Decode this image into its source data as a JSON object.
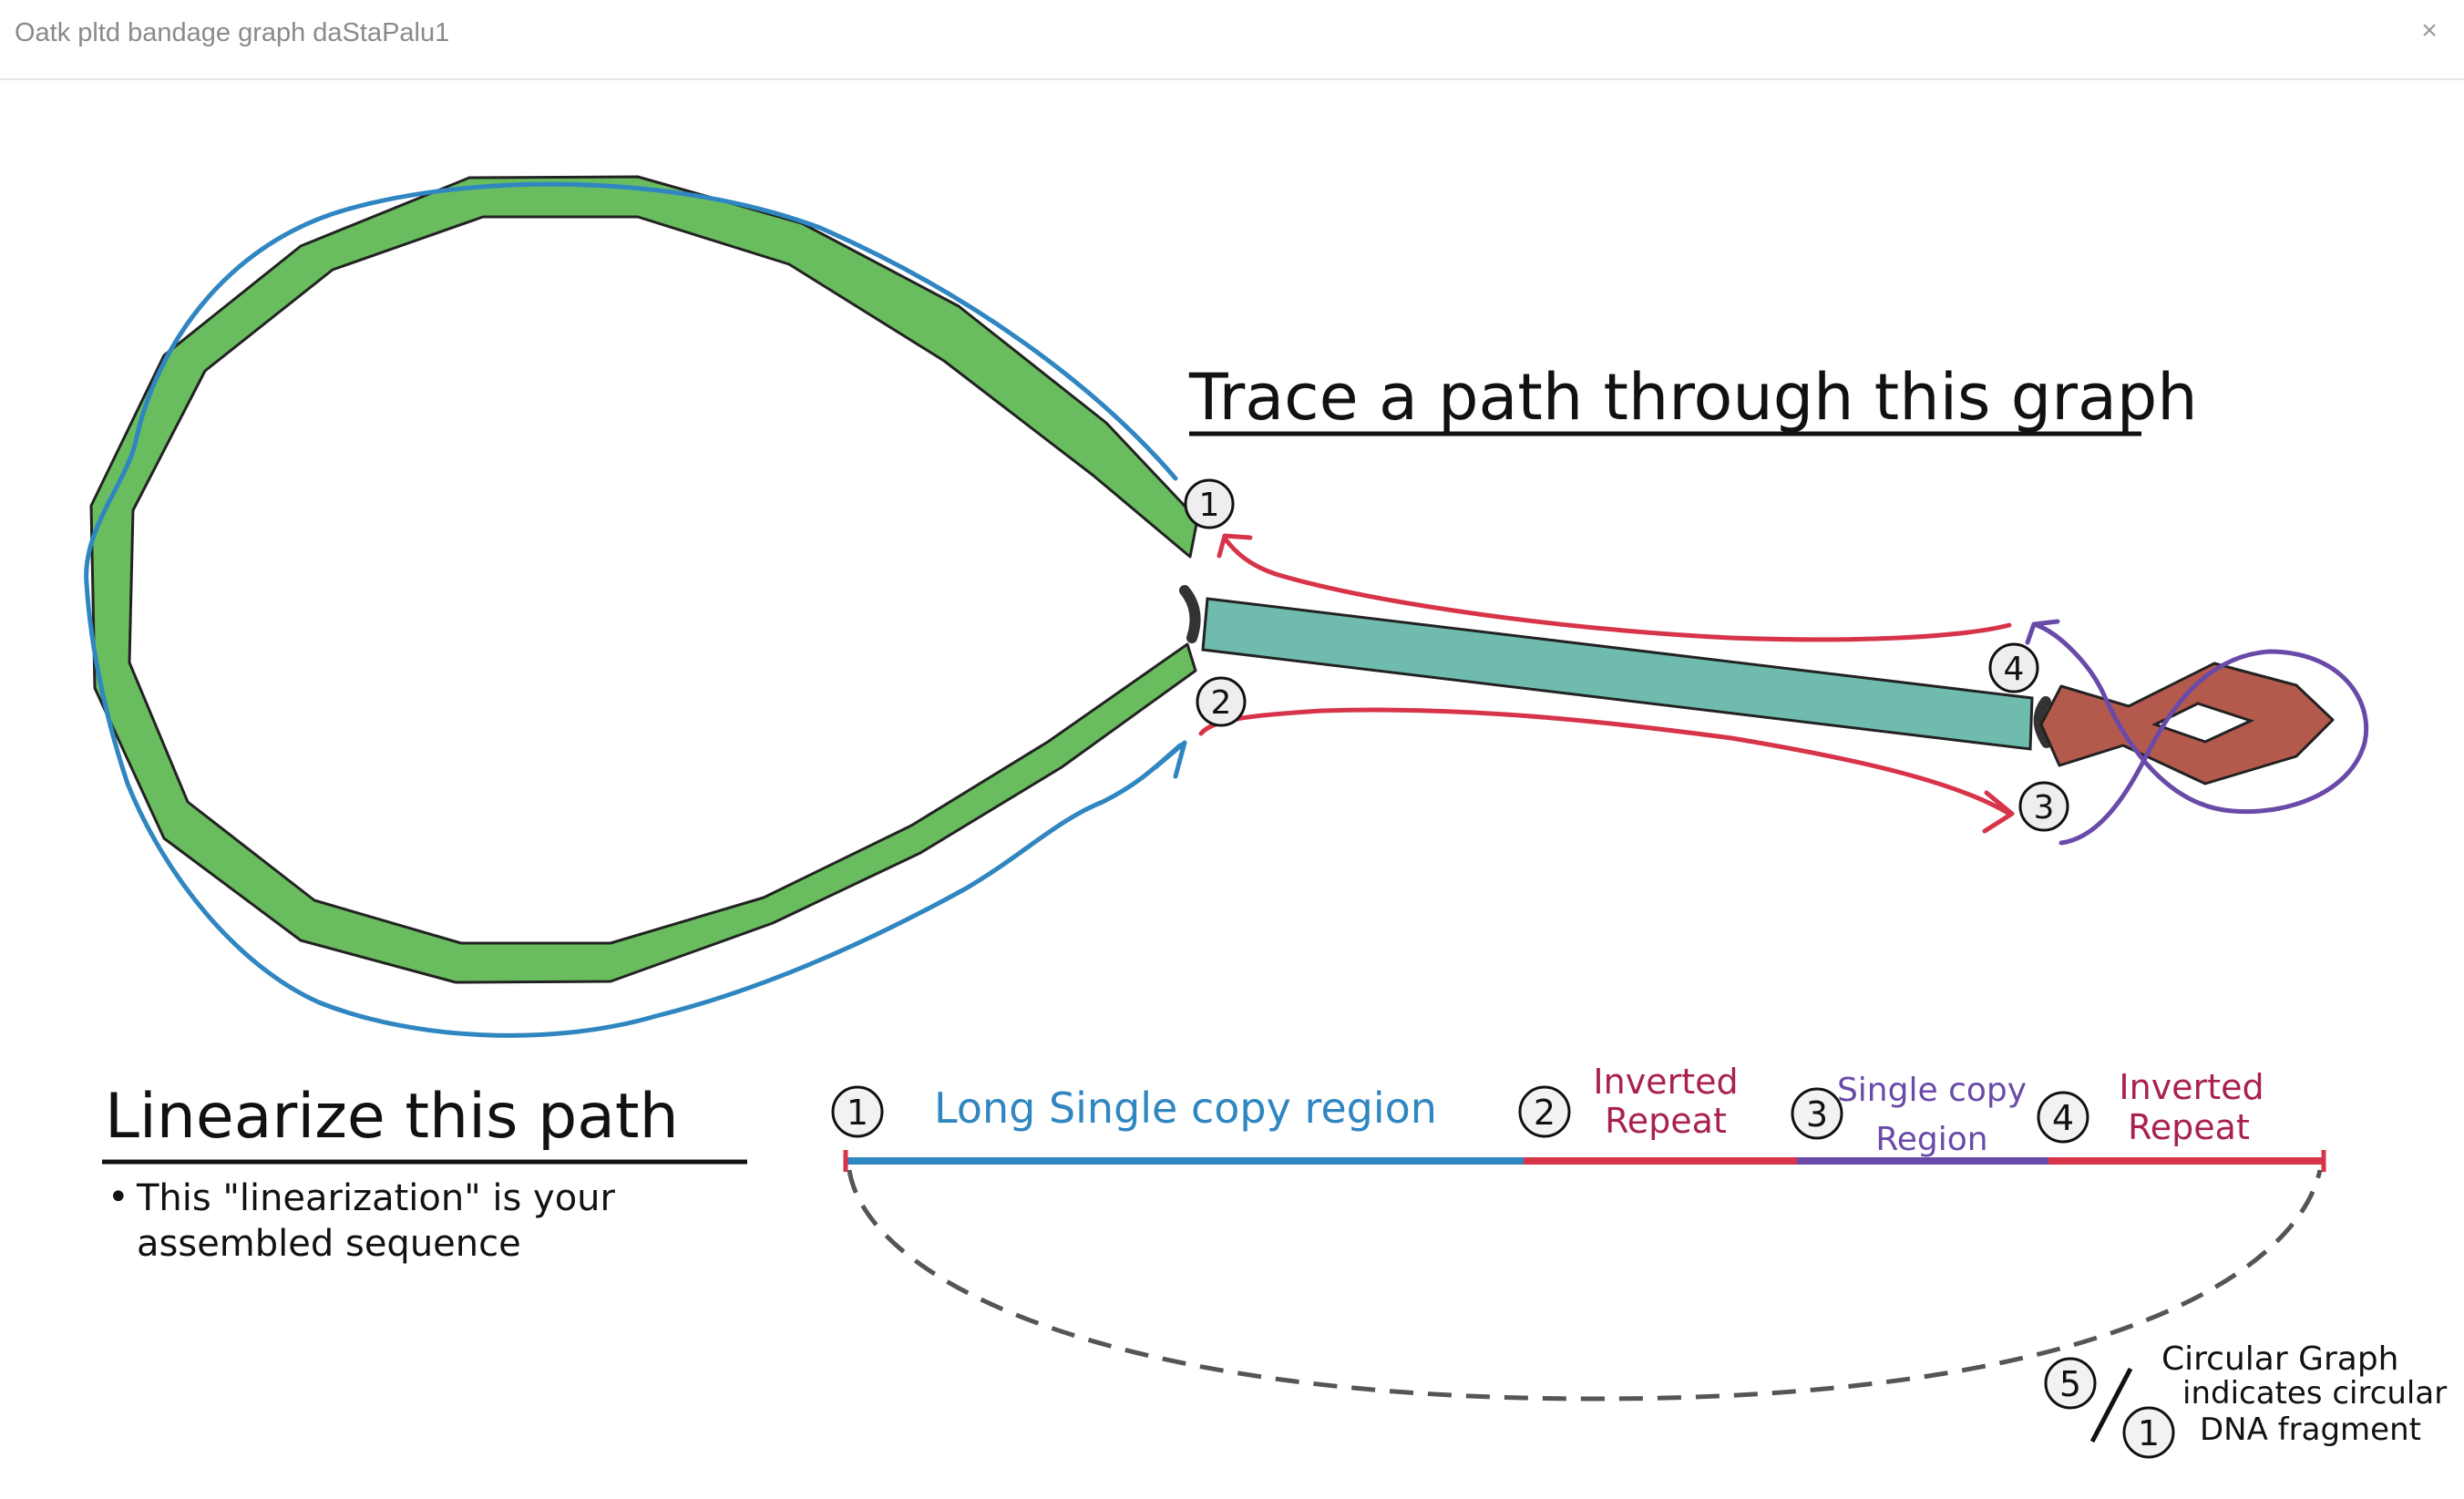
{
  "window": {
    "title": "Oatk pltd bandage graph daStaPalu1",
    "close_icon": "close-icon",
    "close_glyph": "×"
  },
  "heading_trace": "Trace a path through this graph",
  "heading_linearize": "Linearize this path",
  "bullet": "This \"linearization\" is your assembled sequence",
  "graph_markers": [
    "1",
    "2",
    "3",
    "4"
  ],
  "segments": [
    {
      "number": "1",
      "label": "Long Single copy region",
      "color": "#2f86c1"
    },
    {
      "number": "2",
      "label_lines": [
        "Inverted",
        "Repeat"
      ],
      "color": "#d7344a"
    },
    {
      "number": "3",
      "label_lines": [
        "Single copy",
        "Region"
      ],
      "color": "#6a4aa8"
    },
    {
      "number": "4",
      "label_lines": [
        "Inverted",
        "Repeat"
      ],
      "color": "#d7344a"
    }
  ],
  "circular_note": {
    "top_number": "5",
    "bottom_number": "1",
    "lines": [
      "Circular Graph",
      "indicates circular",
      "DNA fragment"
    ]
  },
  "colors": {
    "long_single_copy_node": "#6abd5f",
    "inverted_repeat_node": "#6fbcaf",
    "short_single_copy_node": "#b35a4d",
    "blue_trace": "#2f86c1",
    "red_trace": "#d7344a",
    "purple_trace": "#6a4aa8",
    "circle_return": "#555555"
  }
}
